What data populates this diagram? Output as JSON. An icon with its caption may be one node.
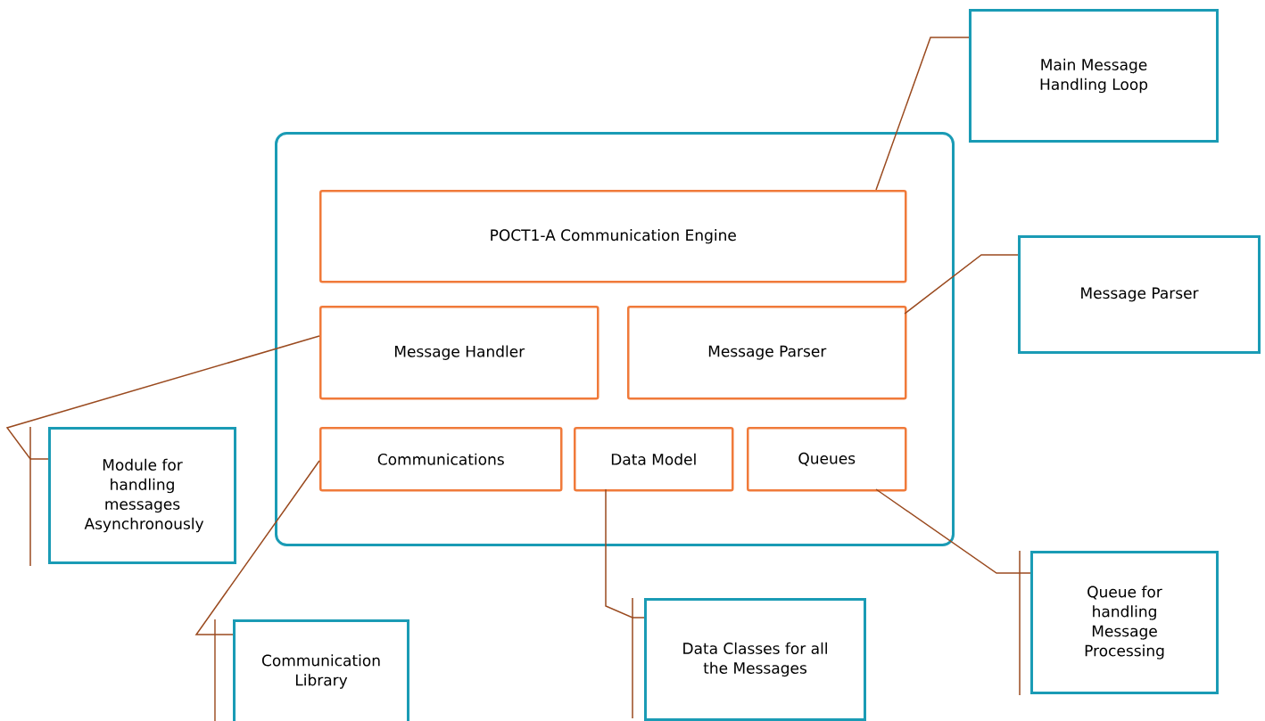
{
  "diagram": {
    "nodes": [
      {
        "text": [],
        "shape": "box"
      },
      {
        "text": [
          "POCT1-A Communication Engine"
        ],
        "in": 0
      },
      {
        "text": [
          "Message Handler"
        ],
        "in": 0
      },
      {
        "text": [
          "Message Parser"
        ],
        "in": 0
      },
      {
        "text": [
          "Communications"
        ],
        "in": 0
      },
      {
        "text": [
          "Data Model"
        ],
        "in": 0
      },
      {
        "text": [
          "Queues"
        ],
        "in": 0
      },
      {
        "text": [
          "Main Message Handling Loop"
        ]
      },
      {
        "text": [
          "Message Parser"
        ]
      },
      {
        "text": [
          "Module for handling messages Asynchronously"
        ]
      },
      {
        "text": [
          "Communication Library"
        ]
      },
      {
        "text": [
          "Data Classes for all the Messages"
        ]
      },
      {
        "text": [
          "Queue for handling Message Processing"
        ]
      }
    ],
    "edges": [
      {
        "from": 7,
        "to": 1,
        "arrow": "none"
      },
      {
        "from": 8,
        "to": 3,
        "arrow": "none"
      },
      {
        "from": 9,
        "to": 2,
        "arrow": "none"
      },
      {
        "from": 10,
        "to": 4,
        "arrow": "none"
      },
      {
        "from": 11,
        "to": 5,
        "arrow": "none"
      },
      {
        "from": 12,
        "to": 6,
        "arrow": "none"
      }
    ]
  }
}
